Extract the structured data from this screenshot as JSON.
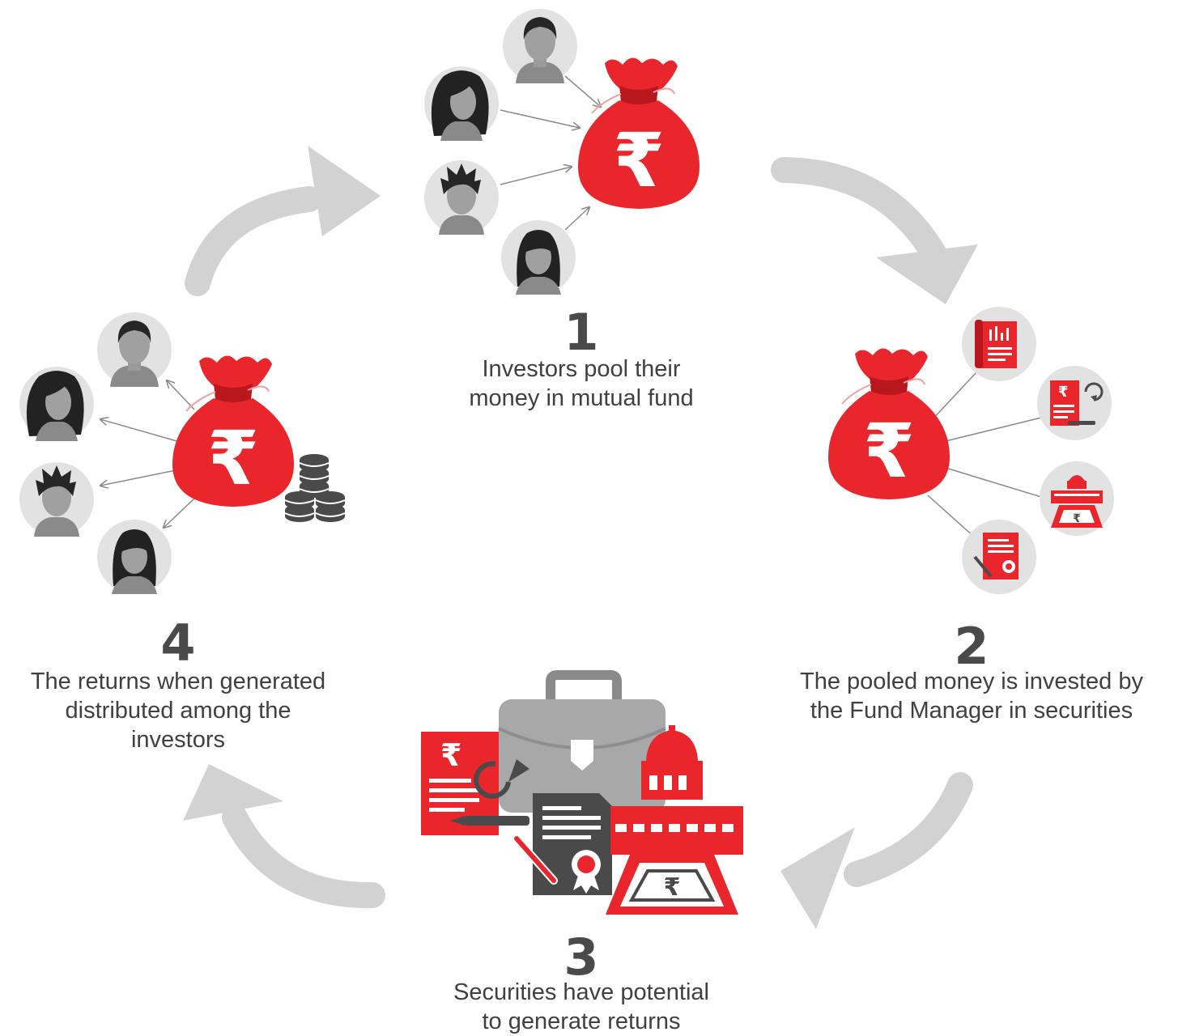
{
  "colors": {
    "red": "#e8262c",
    "dark_red": "#b8181d",
    "arrow_gray": "#d2d2d2",
    "avatar_bg": "#e2e2e2",
    "dark_gray": "#4a4a4a",
    "mid_gray": "#8a8a8a",
    "text": "#404040"
  },
  "currency_symbol": "₹",
  "steps": [
    {
      "number": "1",
      "lines": [
        "Investors pool their",
        "money in mutual fund"
      ]
    },
    {
      "number": "2",
      "lines": [
        "The pooled money is invested by",
        "the Fund Manager in securities"
      ]
    },
    {
      "number": "3",
      "lines": [
        "Securities have potential",
        "to generate returns"
      ]
    },
    {
      "number": "4",
      "lines": [
        "The returns when generated",
        "distributed among the",
        "investors"
      ]
    }
  ]
}
